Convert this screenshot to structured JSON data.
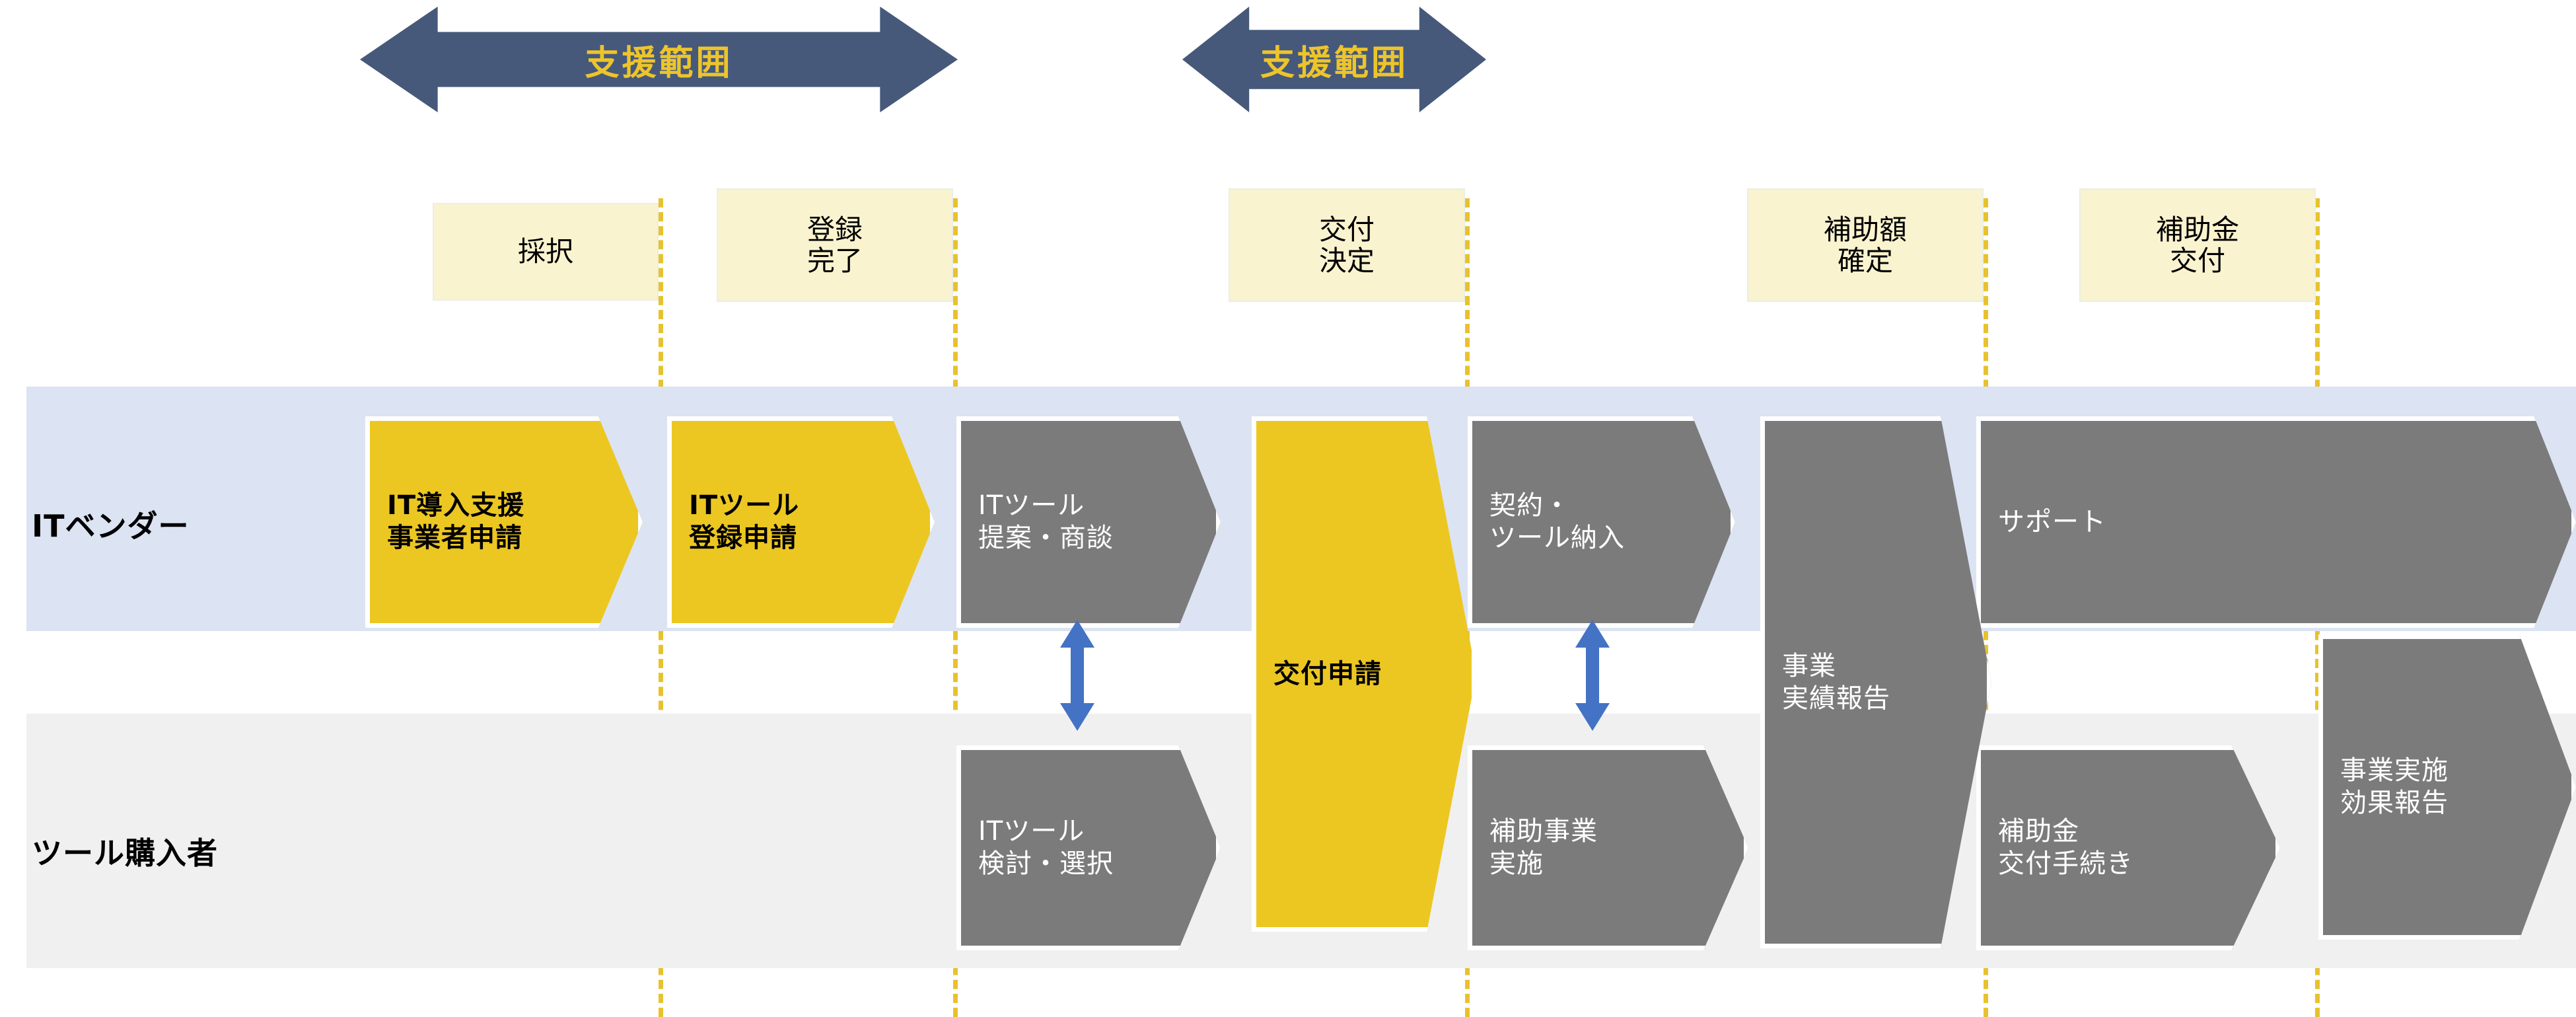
{
  "diagram": {
    "title_hidden": "",
    "support_arrows": [
      {
        "label": "支援範囲"
      },
      {
        "label": "支援範囲"
      }
    ],
    "milestones": [
      {
        "id": "adoption",
        "lines": [
          "採択"
        ]
      },
      {
        "id": "registration",
        "lines": [
          "登録",
          "完了"
        ]
      },
      {
        "id": "grant-decision",
        "lines": [
          "交付",
          "決定"
        ]
      },
      {
        "id": "subsidy-amount",
        "lines": [
          "補助額",
          "確定"
        ]
      },
      {
        "id": "subsidy-payment",
        "lines": [
          "補助金",
          "交付"
        ]
      }
    ],
    "lanes": [
      {
        "id": "vendor",
        "label": "ITベンダー"
      },
      {
        "id": "buyer",
        "label": "ツール購入者"
      }
    ],
    "vendor_steps": [
      {
        "id": "vendor-application",
        "lines": [
          "IT導入支援",
          "事業者申請"
        ],
        "style": "yellow"
      },
      {
        "id": "tool-registration",
        "lines": [
          "ITツール",
          "登録申請"
        ],
        "style": "yellow"
      },
      {
        "id": "tool-proposal",
        "lines": [
          "ITツール",
          "提案・商談"
        ],
        "style": "gray"
      },
      {
        "id": "contract-delivery",
        "lines": [
          "契約・",
          "ツール納入"
        ],
        "style": "gray"
      },
      {
        "id": "support",
        "lines": [
          "サポート"
        ],
        "style": "gray"
      }
    ],
    "buyer_steps": [
      {
        "id": "tool-selection",
        "lines": [
          "ITツール",
          "検討・選択"
        ],
        "style": "gray"
      },
      {
        "id": "subsidized-project",
        "lines": [
          "補助事業",
          "実施"
        ],
        "style": "gray"
      },
      {
        "id": "subsidy-procedure",
        "lines": [
          "補助金",
          "交付手続き"
        ],
        "style": "gray"
      }
    ],
    "spanning_steps": [
      {
        "id": "grant-application",
        "lines": [
          "交付申請"
        ],
        "style": "yellow"
      },
      {
        "id": "performance-report",
        "lines": [
          "事業",
          "実績報告"
        ],
        "style": "gray"
      },
      {
        "id": "effect-report",
        "lines": [
          "事業実施",
          "効果報告"
        ],
        "style": "gray"
      }
    ],
    "connectors": [
      {
        "id": "connector-proposal-selection"
      },
      {
        "id": "connector-contract-project"
      }
    ],
    "colors": {
      "support_arrow_fill": "#46597a",
      "support_arrow_text": "#edc42b",
      "milestone_fill": "#faf3cf",
      "vendor_lane_fill": "#dce3f2",
      "buyer_lane_fill": "#f0f0f0",
      "process_yellow": "#ecc722",
      "process_gray": "#7b7b7b",
      "dashed_line": "#e8c22e",
      "connector_blue": "#4472c4"
    }
  }
}
